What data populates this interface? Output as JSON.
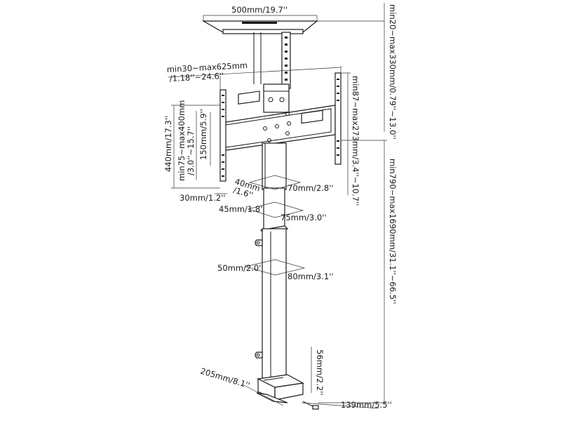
{
  "dimensions": {
    "ceiling_plate_width": "500mm/19.7''",
    "ceiling_gap": "min20~max330mm/0.79''~13.0''",
    "arm_spread_line1": "min30~max625mm",
    "arm_spread_line2": "/1.18''~24.6''",
    "bracket_offset": "min87~max273mm/3.4''~10.7''",
    "total_height": "min790~max1690mm/31.1''~66.5''",
    "vesa_height_outer": "440mm/17.3''",
    "vesa_height_range_line1": "min75~max400mm",
    "vesa_height_range_line2": "/3.0''~15.7''",
    "vesa_150": "150mm/5.9''",
    "bracket_depth": "30mm/1.2''",
    "tube1_a_line1": "40mm",
    "tube1_a_line2": "/1.6''",
    "tube1_b": "70mm/2.8''",
    "tube2_a": "45mm/1.8''",
    "tube2_b": "75mm/3.0''",
    "tube3_a": "50mm/2.0''",
    "tube3_b": "80mm/3.1''",
    "base_height": "56mm/2.2''",
    "base_depth": "205mm/8.1''",
    "base_width": "139mm/5.5''"
  }
}
